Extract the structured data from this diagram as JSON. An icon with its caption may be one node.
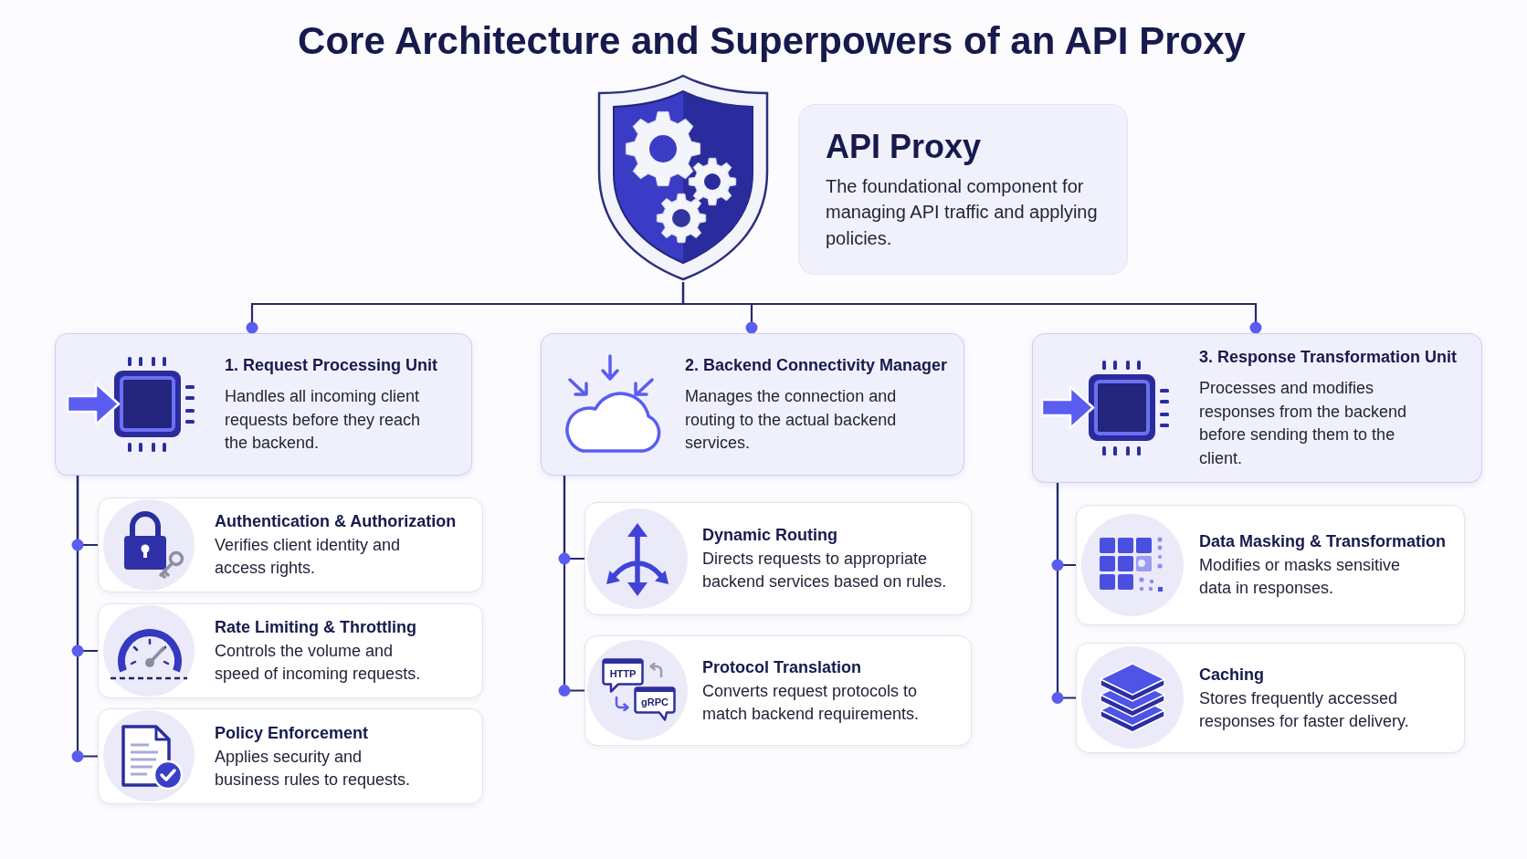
{
  "diagram": {
    "title": "Core Architecture and Superpowers of an API Proxy",
    "nodes": [
      {
        "text": [],
        "shape": "picture"
      },
      {
        "text": [
          "API Proxy",
          "The foundational component for managing API traffic and applying policies."
        ]
      },
      {
        "text": [
          "1. Request Processing Unit",
          "Handles all incoming client requests before they reach the backend."
        ]
      },
      {
        "text": [
          "2. Backend Connectivity Manager",
          "Manages the connection and routing to the actual backend services."
        ]
      },
      {
        "text": [
          "3. Response Transformation Unit",
          "Processes and modifies responses from the backend before sending them to the client."
        ]
      },
      {
        "text": [
          "Authentication & Authorization",
          "Verifies client identity and access rights."
        ]
      },
      {
        "text": [
          "Rate Limiting & Throttling",
          "Controls the volume and speed of incoming requests."
        ]
      },
      {
        "text": [
          "Policy Enforcement",
          "Applies security and business rules to requests."
        ]
      },
      {
        "text": [
          "Dynamic Routing",
          "Directs requests to appropriate backend services based on rules."
        ]
      },
      {
        "text": [
          "Protocol Translation",
          "Converts request protocols to match backend requirements."
        ]
      },
      {
        "text": [
          "Data Masking & Transformation",
          "Modifies or masks sensitive data in responses."
        ]
      },
      {
        "text": [
          "Caching",
          "Stores frequently accessed responses for faster delivery."
        ]
      }
    ],
    "edges": [
      {
        "from": 0,
        "to": 2,
        "arrow": "other"
      },
      {
        "from": 0,
        "to": 3,
        "arrow": "other"
      },
      {
        "from": 0,
        "to": 4,
        "arrow": "other"
      },
      {
        "from": 2,
        "to": 5,
        "arrow": "none"
      },
      {
        "from": 2,
        "to": 6,
        "arrow": "none"
      },
      {
        "from": 2,
        "to": 7,
        "arrow": "none"
      },
      {
        "from": 3,
        "to": 8,
        "arrow": "none"
      },
      {
        "from": 3,
        "to": 9,
        "arrow": "none"
      },
      {
        "from": 4,
        "to": 10,
        "arrow": "none"
      },
      {
        "from": 4,
        "to": 11,
        "arrow": "none"
      }
    ],
    "labels": [
      "HTTP",
      "gRPC"
    ]
  }
}
